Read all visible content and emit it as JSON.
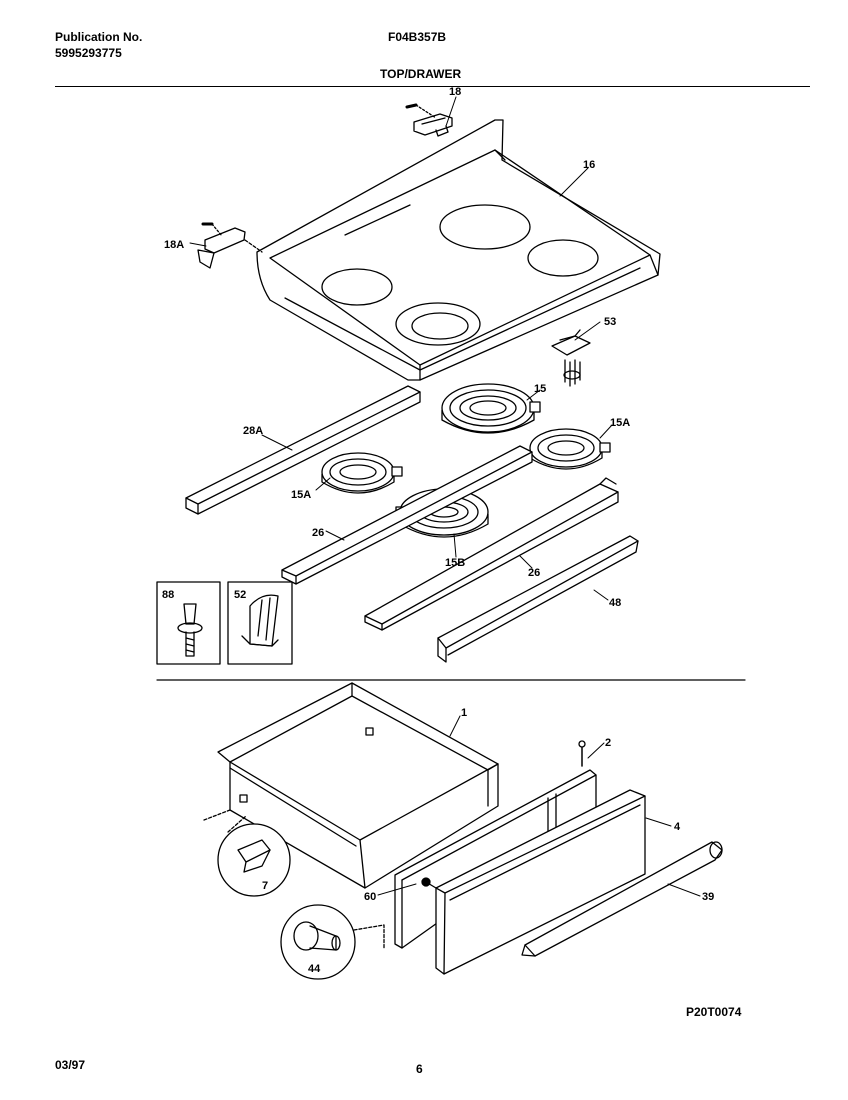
{
  "header": {
    "publication_label": "Publication No.",
    "publication_number": "5995293775",
    "model": "F04B357B",
    "section_title": "TOP/DRAWER"
  },
  "parts": {
    "p18": "18",
    "p18A": "18A",
    "p16": "16",
    "p53": "53",
    "p15": "15",
    "p15A_right": "15A",
    "p28A": "28A",
    "p15A_left": "15A",
    "p26_left": "26",
    "p15B": "15B",
    "p26_right": "26",
    "p48": "48",
    "p88": "88",
    "p52": "52",
    "p1": "1",
    "p2": "2",
    "p4": "4",
    "p7": "7",
    "p60": "60",
    "p39": "39",
    "p44": "44"
  },
  "footer": {
    "drawing_code": "P20T0074",
    "date": "03/97",
    "page": "6"
  }
}
